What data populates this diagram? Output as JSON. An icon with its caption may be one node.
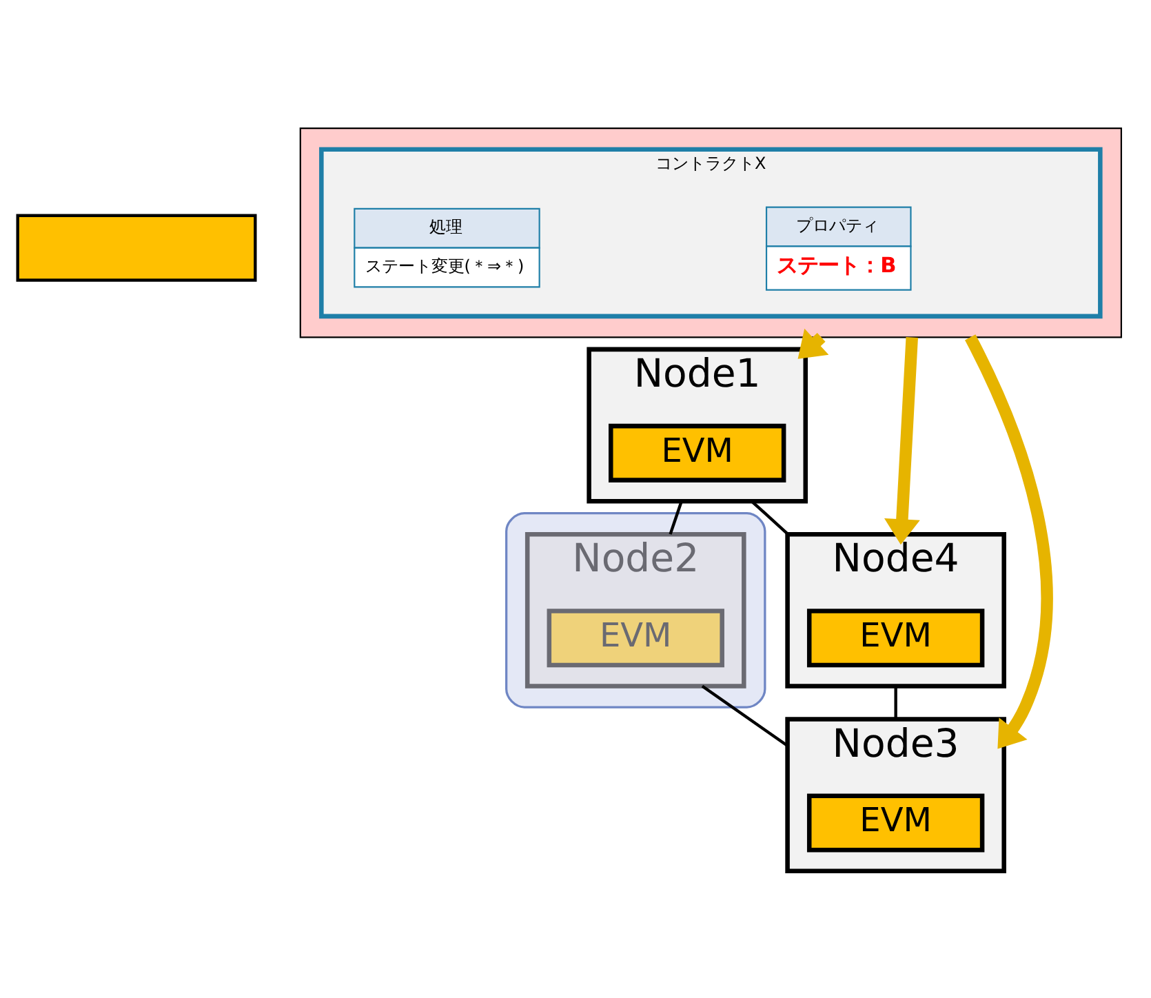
{
  "diagram": {
    "nodes": [
      {
        "text": [],
        "shape": "box"
      },
      {
        "text": [
          "Node1"
        ]
      },
      {
        "text": [
          "EVM"
        ],
        "in": 1
      },
      {
        "text": [
          "Node4"
        ]
      },
      {
        "text": [
          "EVM"
        ],
        "in": 3
      },
      {
        "text": [],
        "shape": "box"
      },
      {
        "text": [
          "Node2"
        ],
        "in": 5
      },
      {
        "text": [
          "EVM"
        ],
        "in": 6
      },
      {
        "text": [
          "Node3"
        ]
      },
      {
        "text": [
          "EVM"
        ],
        "in": 8
      },
      {
        "text": [],
        "shape": "box"
      },
      {
        "text": [
          "コントラクトX"
        ],
        "in": 10
      },
      {
        "text": [
          "プロパティ",
          "ステート：B"
        ],
        "in": 11
      },
      {
        "text": [
          "処理",
          "ステート変更(＊⇒＊)"
        ],
        "in": 11
      }
    ],
    "edges": [
      {
        "from": 10,
        "to": 1,
        "arrow": "to",
        "style": "thick",
        "color": "#e6b400"
      },
      {
        "from": 10,
        "to": 3,
        "arrow": "to",
        "style": "thick",
        "color": "#e6b400"
      },
      {
        "from": 10,
        "to": 8,
        "arrow": "to",
        "style": "thick",
        "color": "#e6b400"
      },
      {
        "from": 1,
        "to": 6,
        "arrow": "none"
      },
      {
        "from": 6,
        "to": 8,
        "arrow": "none"
      },
      {
        "from": 8,
        "to": 3,
        "arrow": "none"
      },
      {
        "from": 3,
        "to": 1,
        "arrow": "none"
      }
    ]
  }
}
